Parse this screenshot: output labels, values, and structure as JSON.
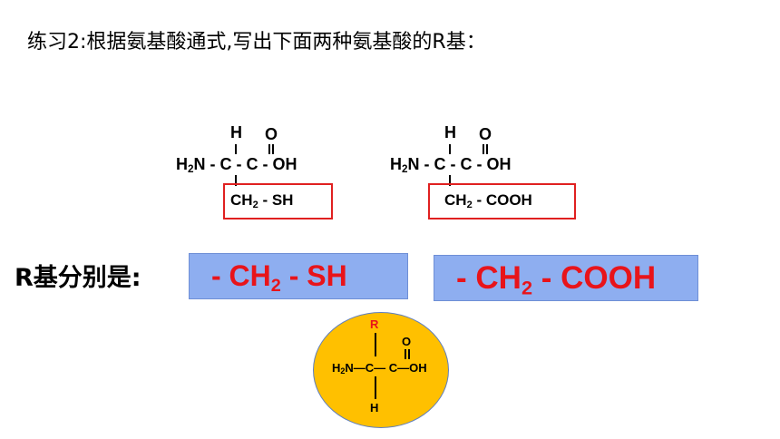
{
  "title": "练习2:根据氨基酸通式,写出下面两种氨基酸的R基：",
  "molecule_1": {
    "h": "H",
    "o": "O",
    "main_prefix": "H",
    "main_sub": "2",
    "main_rest": "N - C - C - OH",
    "side_prefix": "CH",
    "side_sub": "2",
    "side_rest": " -  SH"
  },
  "molecule_2": {
    "h": "H",
    "o": "O",
    "main_prefix": "H",
    "main_sub": "2",
    "main_rest": "N - C - C - OH",
    "side_prefix": "CH",
    "side_sub": "2",
    "side_rest": " -  COOH"
  },
  "label": "R基分别是:",
  "answers": [
    {
      "prefix": "- CH",
      "sub": "2",
      "rest": " - SH"
    },
    {
      "prefix": "- CH",
      "sub": "2",
      "rest": " - COOH"
    }
  ],
  "general_formula": {
    "r": "R",
    "o": "O",
    "h2n_prefix": "H",
    "h2n_sub": "2",
    "h2n_rest": "N—C— C—OH",
    "h": "H"
  },
  "colors": {
    "box_border": "#e02020",
    "answer_fill": "#8eaef0",
    "answer_text": "#e8141a",
    "ellipse_fill": "#ffc000",
    "r_color": "#e8141a"
  }
}
